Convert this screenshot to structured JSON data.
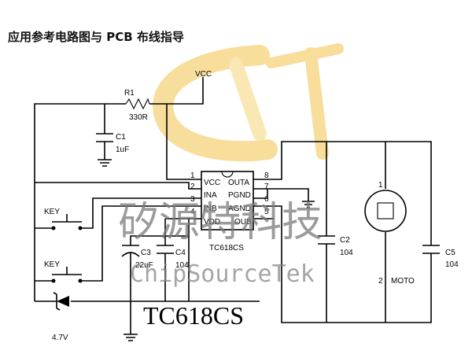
{
  "header": {
    "title": "应用参考电路图与 PCB 布线指导"
  },
  "watermark": {
    "logo_text": "ST",
    "chinese_text": "矽源特科技",
    "english_text": "ChipSourceTek",
    "logo_color": "#f3c24a"
  },
  "part_number": "TC618CS",
  "ic": {
    "name": "TC618CS",
    "left_pins": [
      {
        "num": "1",
        "name": "VCC"
      },
      {
        "num": "2",
        "name": "INA"
      },
      {
        "num": "3",
        "name": "INB"
      },
      {
        "num": "4",
        "name": "VDD"
      }
    ],
    "right_pins": [
      {
        "num": "8",
        "name": "OUTA"
      },
      {
        "num": "7",
        "name": "PGND"
      },
      {
        "num": "6",
        "name": "AGND"
      },
      {
        "num": "5",
        "name": "OUB"
      }
    ]
  },
  "components": {
    "vcc": "VCC",
    "r1": {
      "ref": "R1",
      "value": "330R"
    },
    "c1": {
      "ref": "C1",
      "value": "1uF"
    },
    "c2": {
      "ref": "C2",
      "value": "104"
    },
    "c3": {
      "ref": "C3",
      "value": "22uF"
    },
    "c4": {
      "ref": "C4",
      "value": "104"
    },
    "c5": {
      "ref": "C5",
      "value": "104"
    },
    "key1": "KEY",
    "key2": "KEY",
    "zener": "4.7V",
    "motor": {
      "label": "MOTO",
      "pin_top": "1",
      "pin_bottom": "2"
    }
  }
}
